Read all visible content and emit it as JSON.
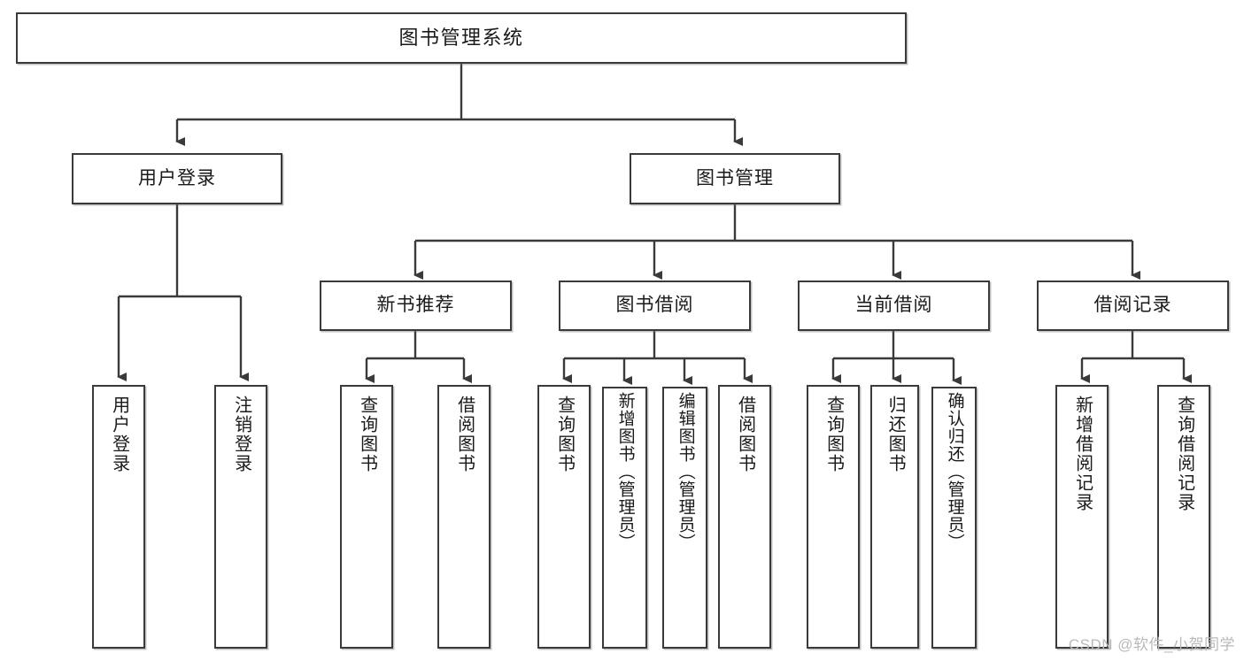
{
  "diagram": {
    "title": "图书管理系统",
    "type": "tree",
    "levels": [
      {
        "level": 0,
        "nodes": [
          {
            "id": "root",
            "label": "图书管理系统",
            "orientation": "horizontal"
          }
        ]
      },
      {
        "level": 1,
        "nodes": [
          {
            "id": "user-login",
            "label": "用户登录",
            "orientation": "horizontal",
            "parent": "root"
          },
          {
            "id": "book-manage",
            "label": "图书管理",
            "orientation": "horizontal",
            "parent": "root"
          }
        ]
      },
      {
        "level": 2,
        "nodes": [
          {
            "id": "new-book-rec",
            "label": "新书推荐",
            "orientation": "horizontal",
            "parent": "book-manage"
          },
          {
            "id": "book-borrow",
            "label": "图书借阅",
            "orientation": "horizontal",
            "parent": "book-manage"
          },
          {
            "id": "current-borrow",
            "label": "当前借阅",
            "orientation": "horizontal",
            "parent": "book-manage"
          },
          {
            "id": "borrow-record",
            "label": "借阅记录",
            "orientation": "horizontal",
            "parent": "book-manage"
          }
        ]
      },
      {
        "level": 3,
        "nodes": [
          {
            "id": "leaf-user-login",
            "label": "用户登录",
            "orientation": "vertical",
            "parent": "user-login"
          },
          {
            "id": "leaf-logout",
            "label": "注销登录",
            "orientation": "vertical",
            "parent": "user-login"
          },
          {
            "id": "leaf-query-book-1",
            "label": "查询图书",
            "orientation": "vertical",
            "parent": "new-book-rec"
          },
          {
            "id": "leaf-borrow-book-1",
            "label": "借阅图书",
            "orientation": "vertical",
            "parent": "new-book-rec"
          },
          {
            "id": "leaf-query-book-2",
            "label": "查询图书",
            "orientation": "vertical",
            "parent": "book-borrow"
          },
          {
            "id": "leaf-add-book",
            "label": "新增图书（管理员）",
            "orientation": "vertical",
            "parent": "book-borrow"
          },
          {
            "id": "leaf-edit-book",
            "label": "编辑图书（管理员）",
            "orientation": "vertical",
            "parent": "book-borrow"
          },
          {
            "id": "leaf-borrow-book-2",
            "label": "借阅图书",
            "orientation": "vertical",
            "parent": "book-borrow"
          },
          {
            "id": "leaf-query-book-3",
            "label": "查询图书",
            "orientation": "vertical",
            "parent": "current-borrow"
          },
          {
            "id": "leaf-return-book",
            "label": "归还图书",
            "orientation": "vertical",
            "parent": "current-borrow"
          },
          {
            "id": "leaf-confirm-return",
            "label": "确认归还（管理员）",
            "orientation": "vertical",
            "parent": "current-borrow"
          },
          {
            "id": "leaf-add-record",
            "label": "新增借阅记录",
            "orientation": "vertical",
            "parent": "borrow-record"
          },
          {
            "id": "leaf-query-record",
            "label": "查询借阅记录",
            "orientation": "vertical",
            "parent": "borrow-record"
          }
        ]
      }
    ]
  },
  "watermark": {
    "text": "CSDN @软件_小贺同学"
  },
  "colors": {
    "border": "#3a3a3a",
    "text": "#1a1a1a",
    "background": "#ffffff",
    "watermark": "#b9b9b9"
  }
}
